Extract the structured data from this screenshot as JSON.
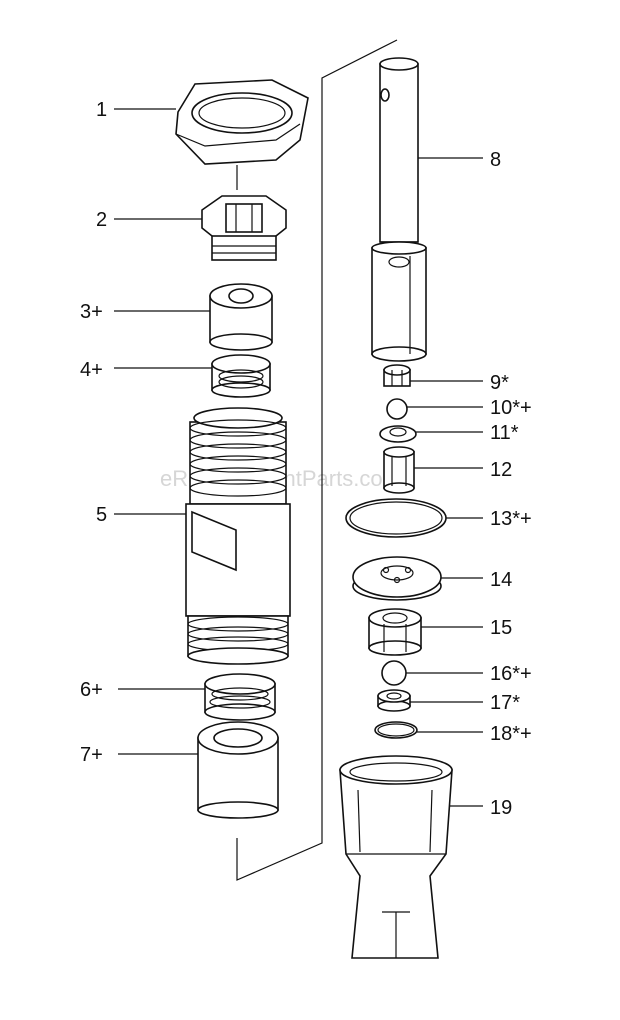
{
  "watermark": "eReplacementParts.com",
  "labels": {
    "p1": "1",
    "p2": "2",
    "p3": "3+",
    "p4": "4+",
    "p5": "5",
    "p6": "6+",
    "p7": "7+",
    "p8": "8",
    "p9": "9*",
    "p10": "10*+",
    "p11": "11*",
    "p12": "12",
    "p13": "13*+",
    "p14": "14",
    "p15": "15",
    "p16": "16*+",
    "p17": "17*",
    "p18": "18*+",
    "p19": "19"
  }
}
